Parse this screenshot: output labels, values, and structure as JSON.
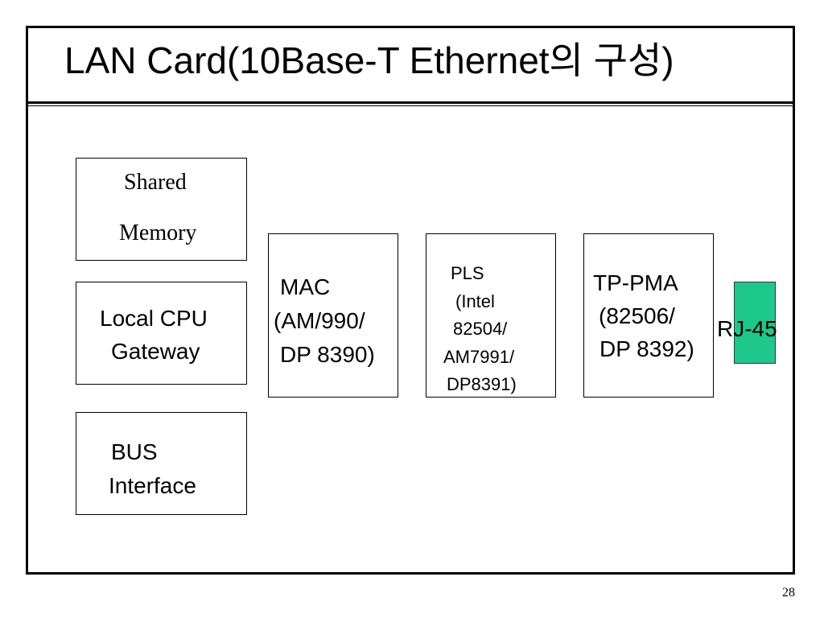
{
  "slide": {
    "title": "LAN Card(10Base-T Ethernet의 구성)",
    "page_number": "28"
  },
  "diagram": {
    "shared_memory": [
      "Shared",
      "Memory"
    ],
    "local_cpu_gateway": [
      "Local CPU",
      "Gateway"
    ],
    "bus_interface": [
      "BUS",
      "Interface"
    ],
    "mac": [
      "MAC",
      "(AM/990/",
      "DP 8390)"
    ],
    "pls": [
      "PLS",
      "(Intel",
      "82504/",
      "AM7991/",
      "DP8391)"
    ],
    "tp_pma": [
      "TP-PMA",
      "(82506/",
      "DP 8392)"
    ],
    "rj45": "RJ-45",
    "rj45_color": "#1ec88c"
  }
}
